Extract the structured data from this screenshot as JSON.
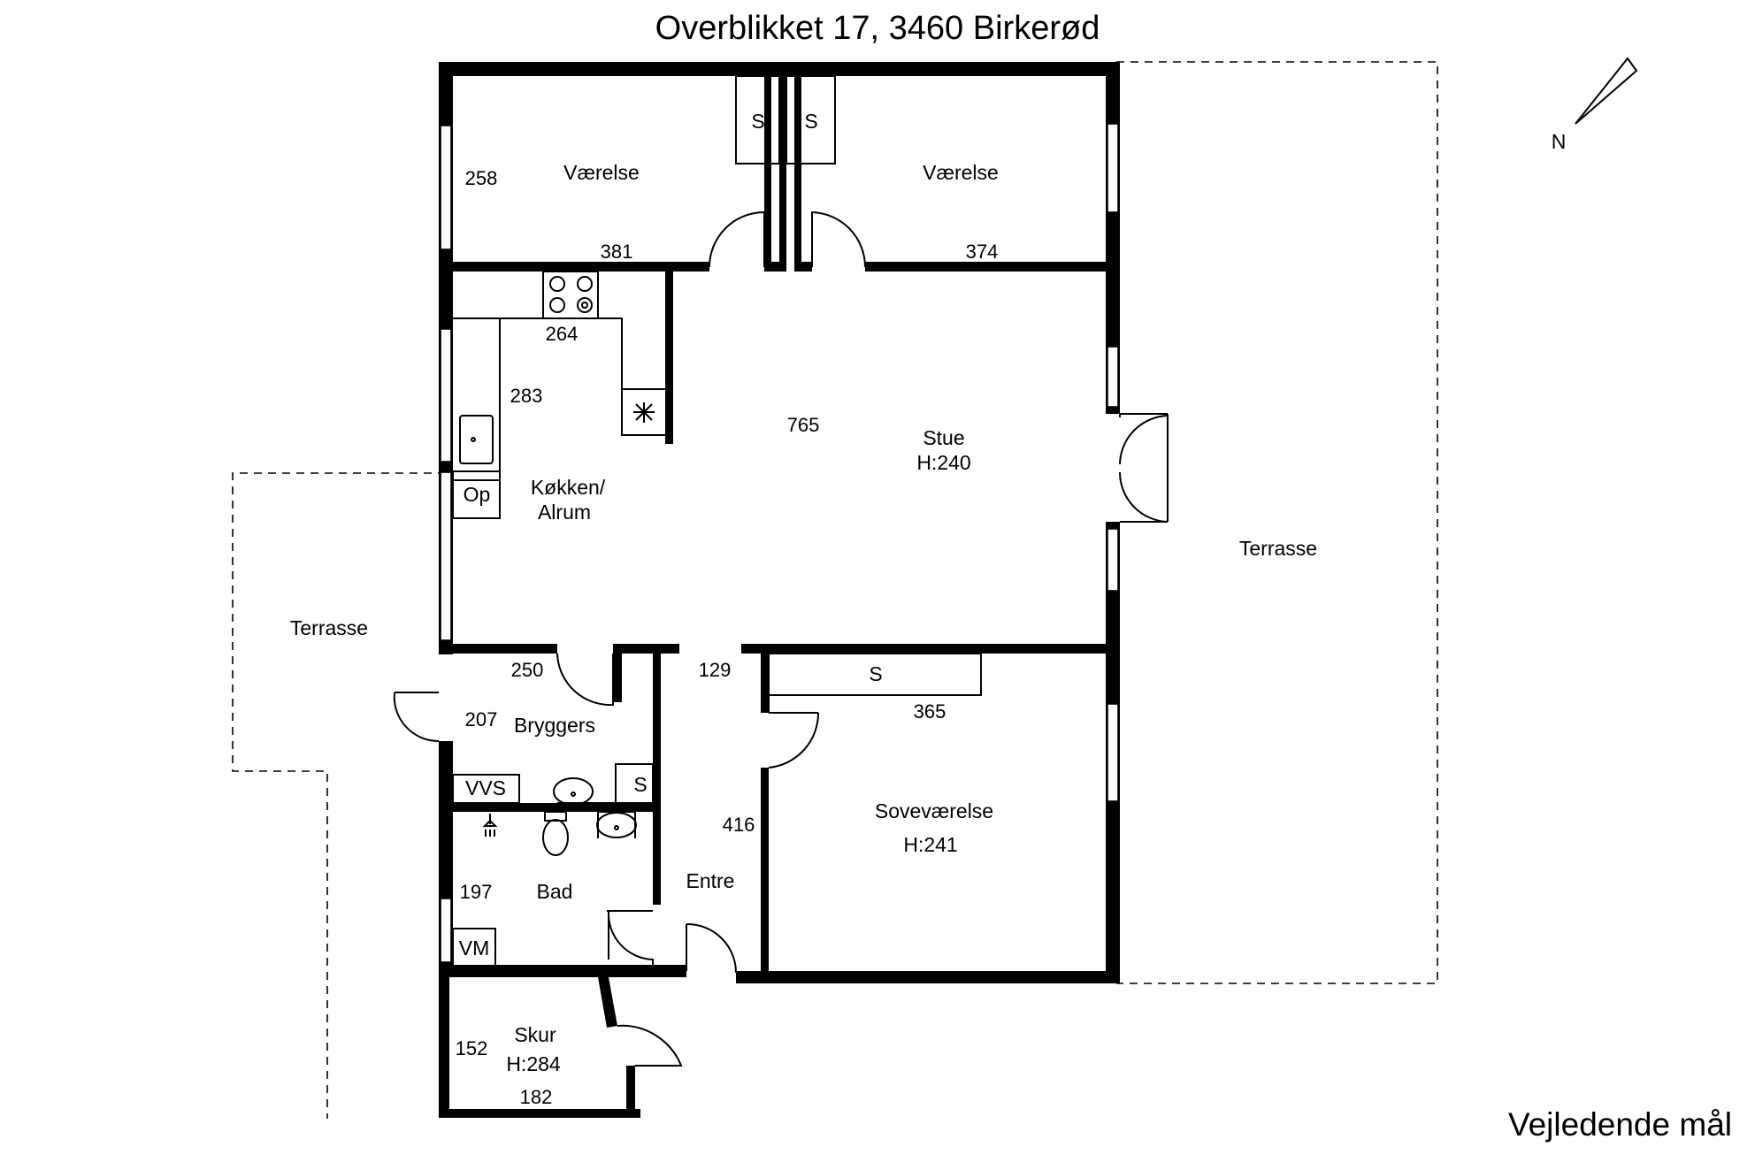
{
  "title": "Overblikket 17, 3460 Birkerød",
  "note": "Vejledende mål",
  "compass": {
    "label": "N"
  },
  "rooms": {
    "vaerelse_left": {
      "name": "Værelse",
      "dim_side": "258",
      "dim_bottom": "381"
    },
    "vaerelse_right": {
      "name": "Værelse",
      "dim_bottom": "374"
    },
    "kitchen": {
      "name_line1": "Køkken/",
      "name_line2": "Alrum",
      "dim_counter": "264",
      "dim_side": "283"
    },
    "stue": {
      "name": "Stue",
      "height": "H:240",
      "dim_length": "765"
    },
    "terrace_left": {
      "name": "Terrasse"
    },
    "terrace_right": {
      "name": "Terrasse"
    },
    "bryggers": {
      "name": "Bryggers",
      "dim_top": "250",
      "dim_side": "207"
    },
    "bad": {
      "name": "Bad",
      "dim_side": "197"
    },
    "entre": {
      "name": "Entre",
      "dim_top": "129",
      "dim_side": "416"
    },
    "sovevaerelse": {
      "name": "Soveværelse",
      "height": "H:241",
      "dim_top": "365"
    },
    "skur": {
      "name": "Skur",
      "height": "H:284",
      "dim_side": "152",
      "dim_bottom": "182"
    }
  },
  "fixtures": {
    "closet_1": "S",
    "closet_2": "S",
    "closet_bryggers": "S",
    "closet_sove": "S",
    "oven_cabinet": "Op",
    "water_heater": "VVS",
    "washer": "VM"
  }
}
